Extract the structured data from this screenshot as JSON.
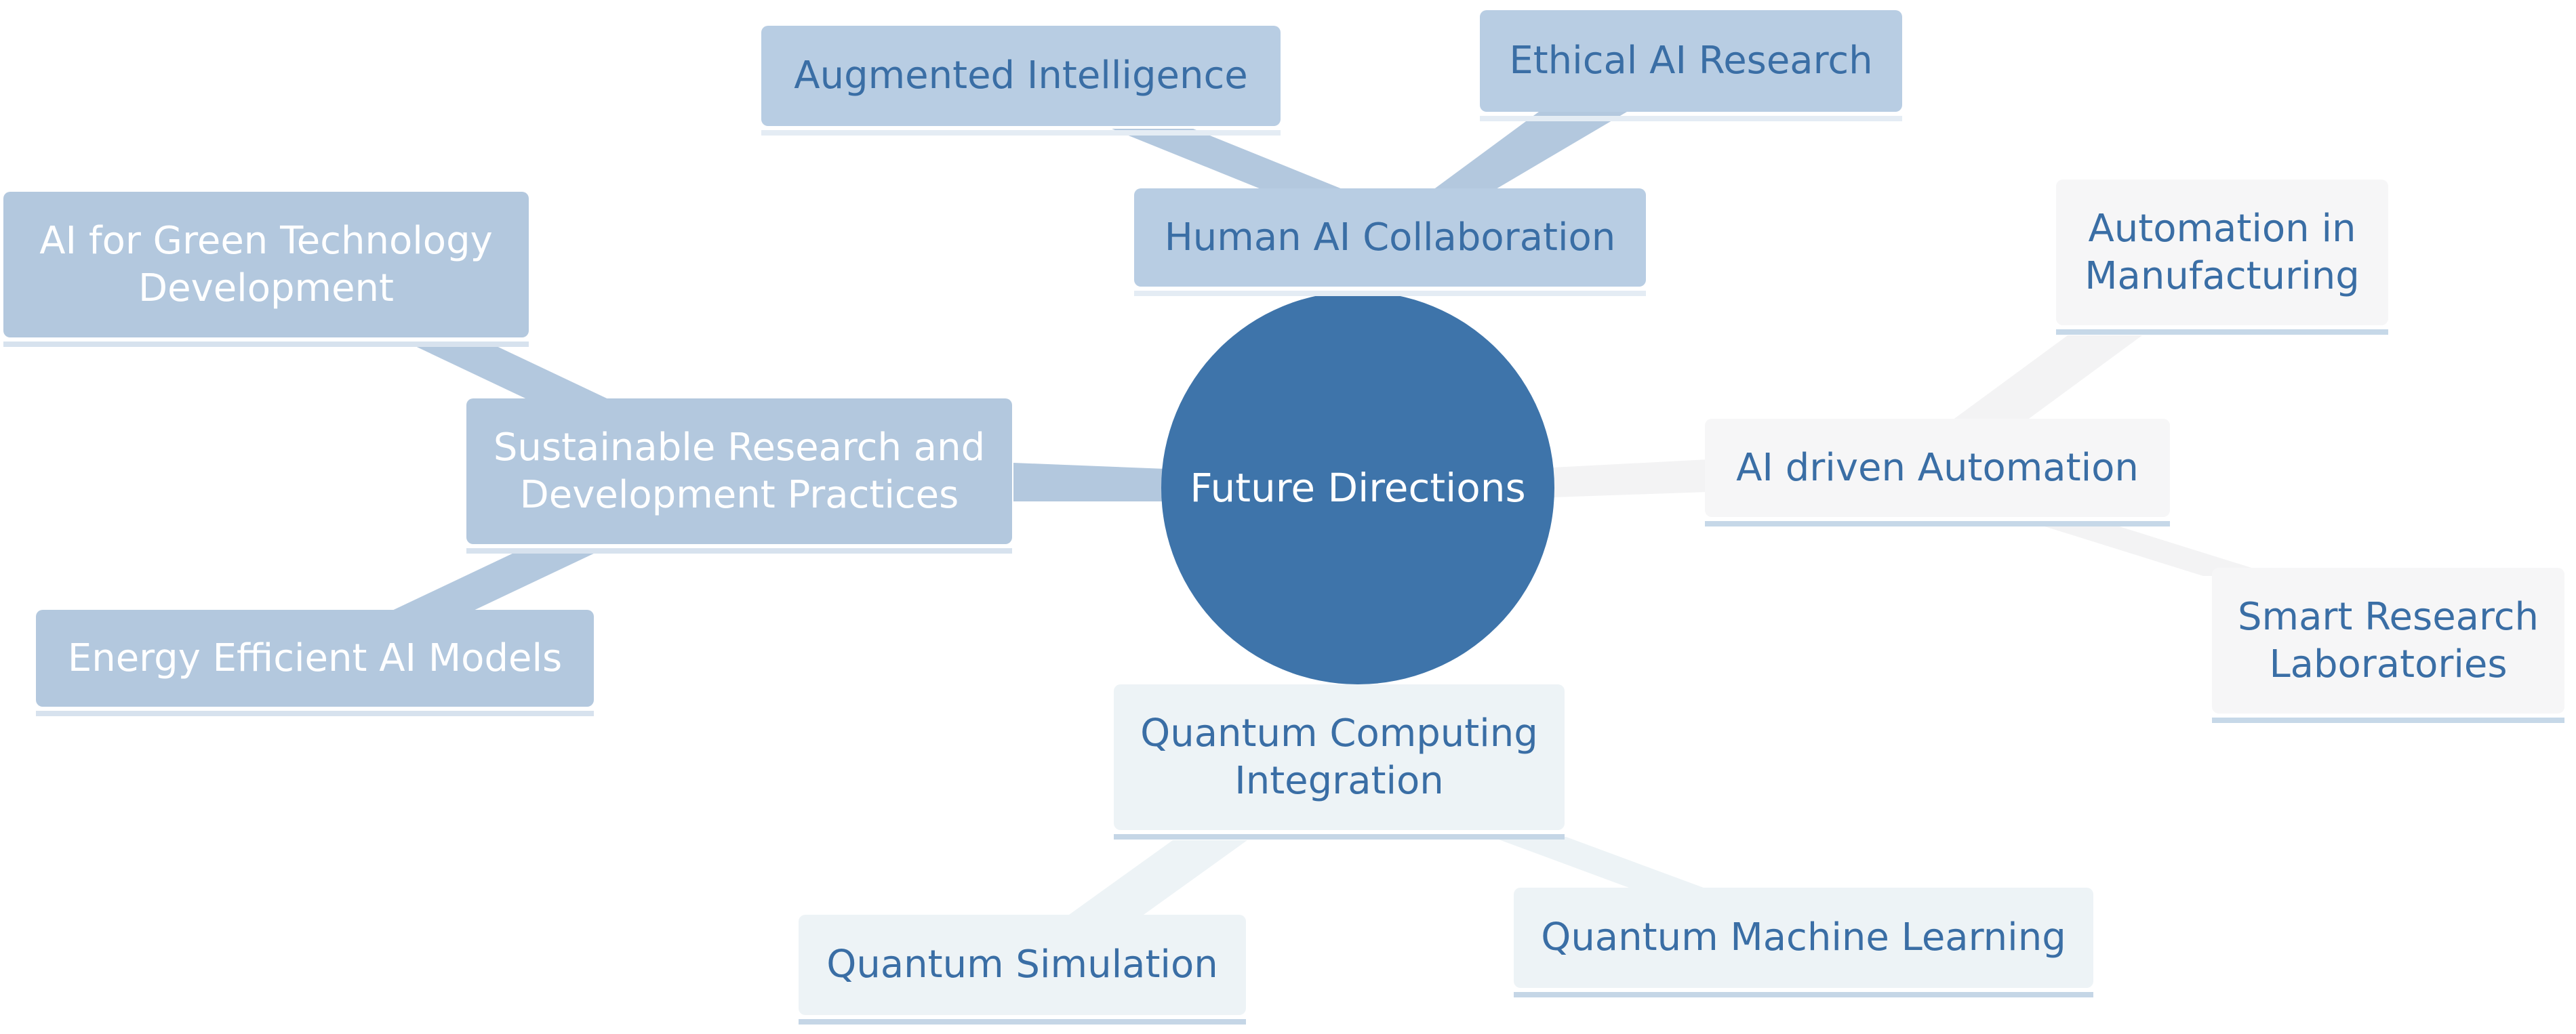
{
  "colors": {
    "center": "#3e74aa",
    "branch_blue": "#b3c8de",
    "branch_pale": "#edf3f6",
    "branch_white": "#f6f6f7",
    "text_blue": "#3a6ea5"
  },
  "diagram": {
    "center": "Future Directions",
    "branches": {
      "human_ai": {
        "label": "Human AI Collaboration",
        "children": [
          "Augmented Intelligence",
          "Ethical AI Research"
        ]
      },
      "sustainable": {
        "label": "Sustainable Research and\nDevelopment Practices",
        "children": [
          "AI for Green Technology\nDevelopment",
          "Energy Efficient AI Models"
        ]
      },
      "automation": {
        "label": "AI driven Automation",
        "children": [
          "Automation in\nManufacturing",
          "Smart Research\nLaboratories"
        ]
      },
      "quantum": {
        "label": "Quantum Computing\nIntegration",
        "children": [
          "Quantum Simulation",
          "Quantum Machine Learning"
        ]
      }
    }
  }
}
